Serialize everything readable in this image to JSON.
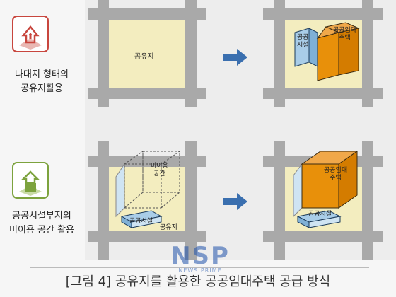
{
  "rows": [
    {
      "label": "나대지 형태의\n공유지활용"
    },
    {
      "label": "공공시설부지의\n미이용 공간 활용"
    }
  ],
  "top_left": {
    "lot_label": "공유지"
  },
  "top_right": {
    "facility_label": "공공\n시설",
    "housing_label": "공공임대\n주택"
  },
  "bottom_left": {
    "unused_label": "미이용\n공간",
    "facility_label": "공공시설",
    "lot_label": "공유지"
  },
  "bottom_right": {
    "housing_label": "공공임대\n주택",
    "facility_label": "공공시설"
  },
  "caption": "[그림 4] 공유지를 활용한 공공임대주택 공급 방식",
  "watermark": {
    "brand": "NSP",
    "sub": "NEWS PRIME"
  },
  "colors": {
    "road": "#a9a9a9",
    "lot": "#f3edbf",
    "housing": "#e8900a",
    "facility": "#a9cde8",
    "icon_top": "#c8463e",
    "icon_bottom": "#7da33e",
    "arrow": "#3a6faf"
  }
}
